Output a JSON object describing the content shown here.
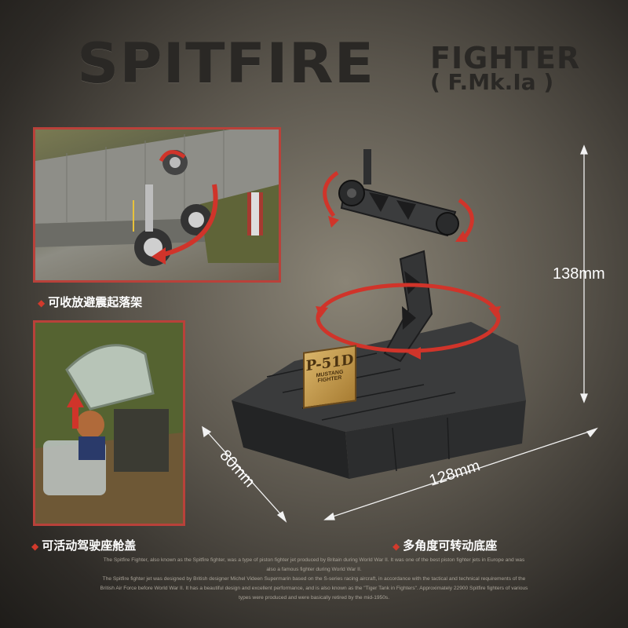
{
  "header": {
    "title": "SPITFIRE",
    "subtitle": "FIGHTER",
    "model": "( F.Mk.Ia )"
  },
  "captions": {
    "landing_gear": "可收放避震起落架",
    "cockpit": "可活动驾驶座舱盖",
    "base": "多角度可转动底座"
  },
  "dimensions": {
    "height": "138mm",
    "depth": "80mm",
    "width": "128mm"
  },
  "plaque": {
    "line1": "P-51D",
    "line2": "MUSTANG",
    "line3": "FIGHTER"
  },
  "description": {
    "line1": "The Spitfire Fighter, also known as the Spitfire fighter, was a type of piston fighter jet produced by Britain during World War II. It was one of the best piston fighter jets in Europe and was",
    "line2": "also a famous fighter during World War II.",
    "line3": "The Spitfire fighter jet was designed by British designer Michel Videen Supermarin based on the S-series racing aircraft, in accordance with the tactical and technical requirements of the",
    "line4": "British Air Force before World War II. It has a beautiful design and excellent performance, and is also known as the \"Tiger Tank in Fighters\". Approximately 22900 Spitfire fighters of various",
    "line5": "types were produced and were basically retired by the mid-1950s."
  },
  "colors": {
    "accent_red": "#d23a2c",
    "inset_border": "#b9413a",
    "stand_dark": "#2c2d2e"
  },
  "icons": {
    "bullet": "diamond-icon",
    "rotate": "rotate-arrow-icon",
    "up": "up-arrow-icon"
  }
}
